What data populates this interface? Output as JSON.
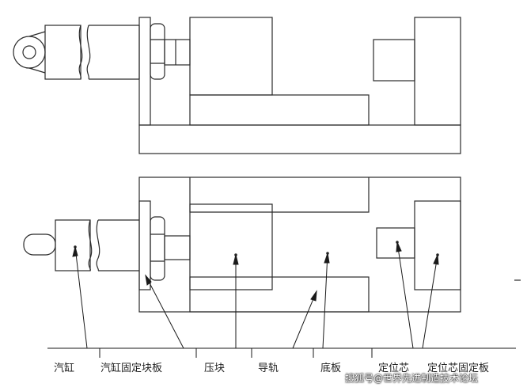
{
  "labels": {
    "cylinder": "汽缸",
    "cylinder_fixed_plate": "汽缸固定块板",
    "press_block": "压块",
    "guide_rail": "导轨",
    "base_plate": "底板",
    "locating_pin": "定位芯",
    "locating_pin_plate": "定位芯固定板"
  },
  "watermark": "搜狐号@世界先进制造技术论坛",
  "colors": {
    "line": "#2a2a2a",
    "leader": "#1a1a1a",
    "background": "#ffffff"
  }
}
